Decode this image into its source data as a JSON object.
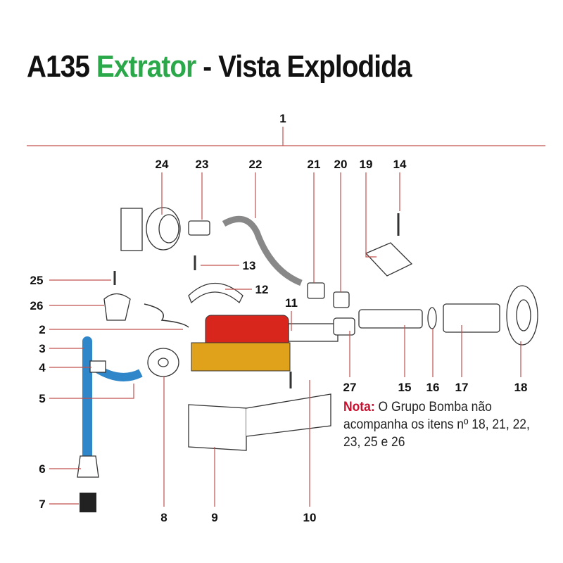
{
  "title": {
    "code": "A135",
    "product": "Extrator",
    "suffix": "- Vista Explodida"
  },
  "note": {
    "label": "Nota:",
    "text": "O Grupo Bomba não acompanha os itens nº 18, 21, 22, 23, 25 e 26"
  },
  "part_labels": [
    "1",
    "2",
    "3",
    "4",
    "5",
    "6",
    "7",
    "8",
    "9",
    "10",
    "11",
    "12",
    "13",
    "14",
    "15",
    "16",
    "17",
    "18",
    "19",
    "20",
    "21",
    "22",
    "23",
    "24",
    "25",
    "26",
    "27"
  ],
  "colors": {
    "accent": "#2aa84a",
    "leader": "#c0504d",
    "note_label": "#c8102e",
    "hose": "#2f86c8",
    "pump": "#d9261c",
    "pump_base": "#e0a11b"
  }
}
